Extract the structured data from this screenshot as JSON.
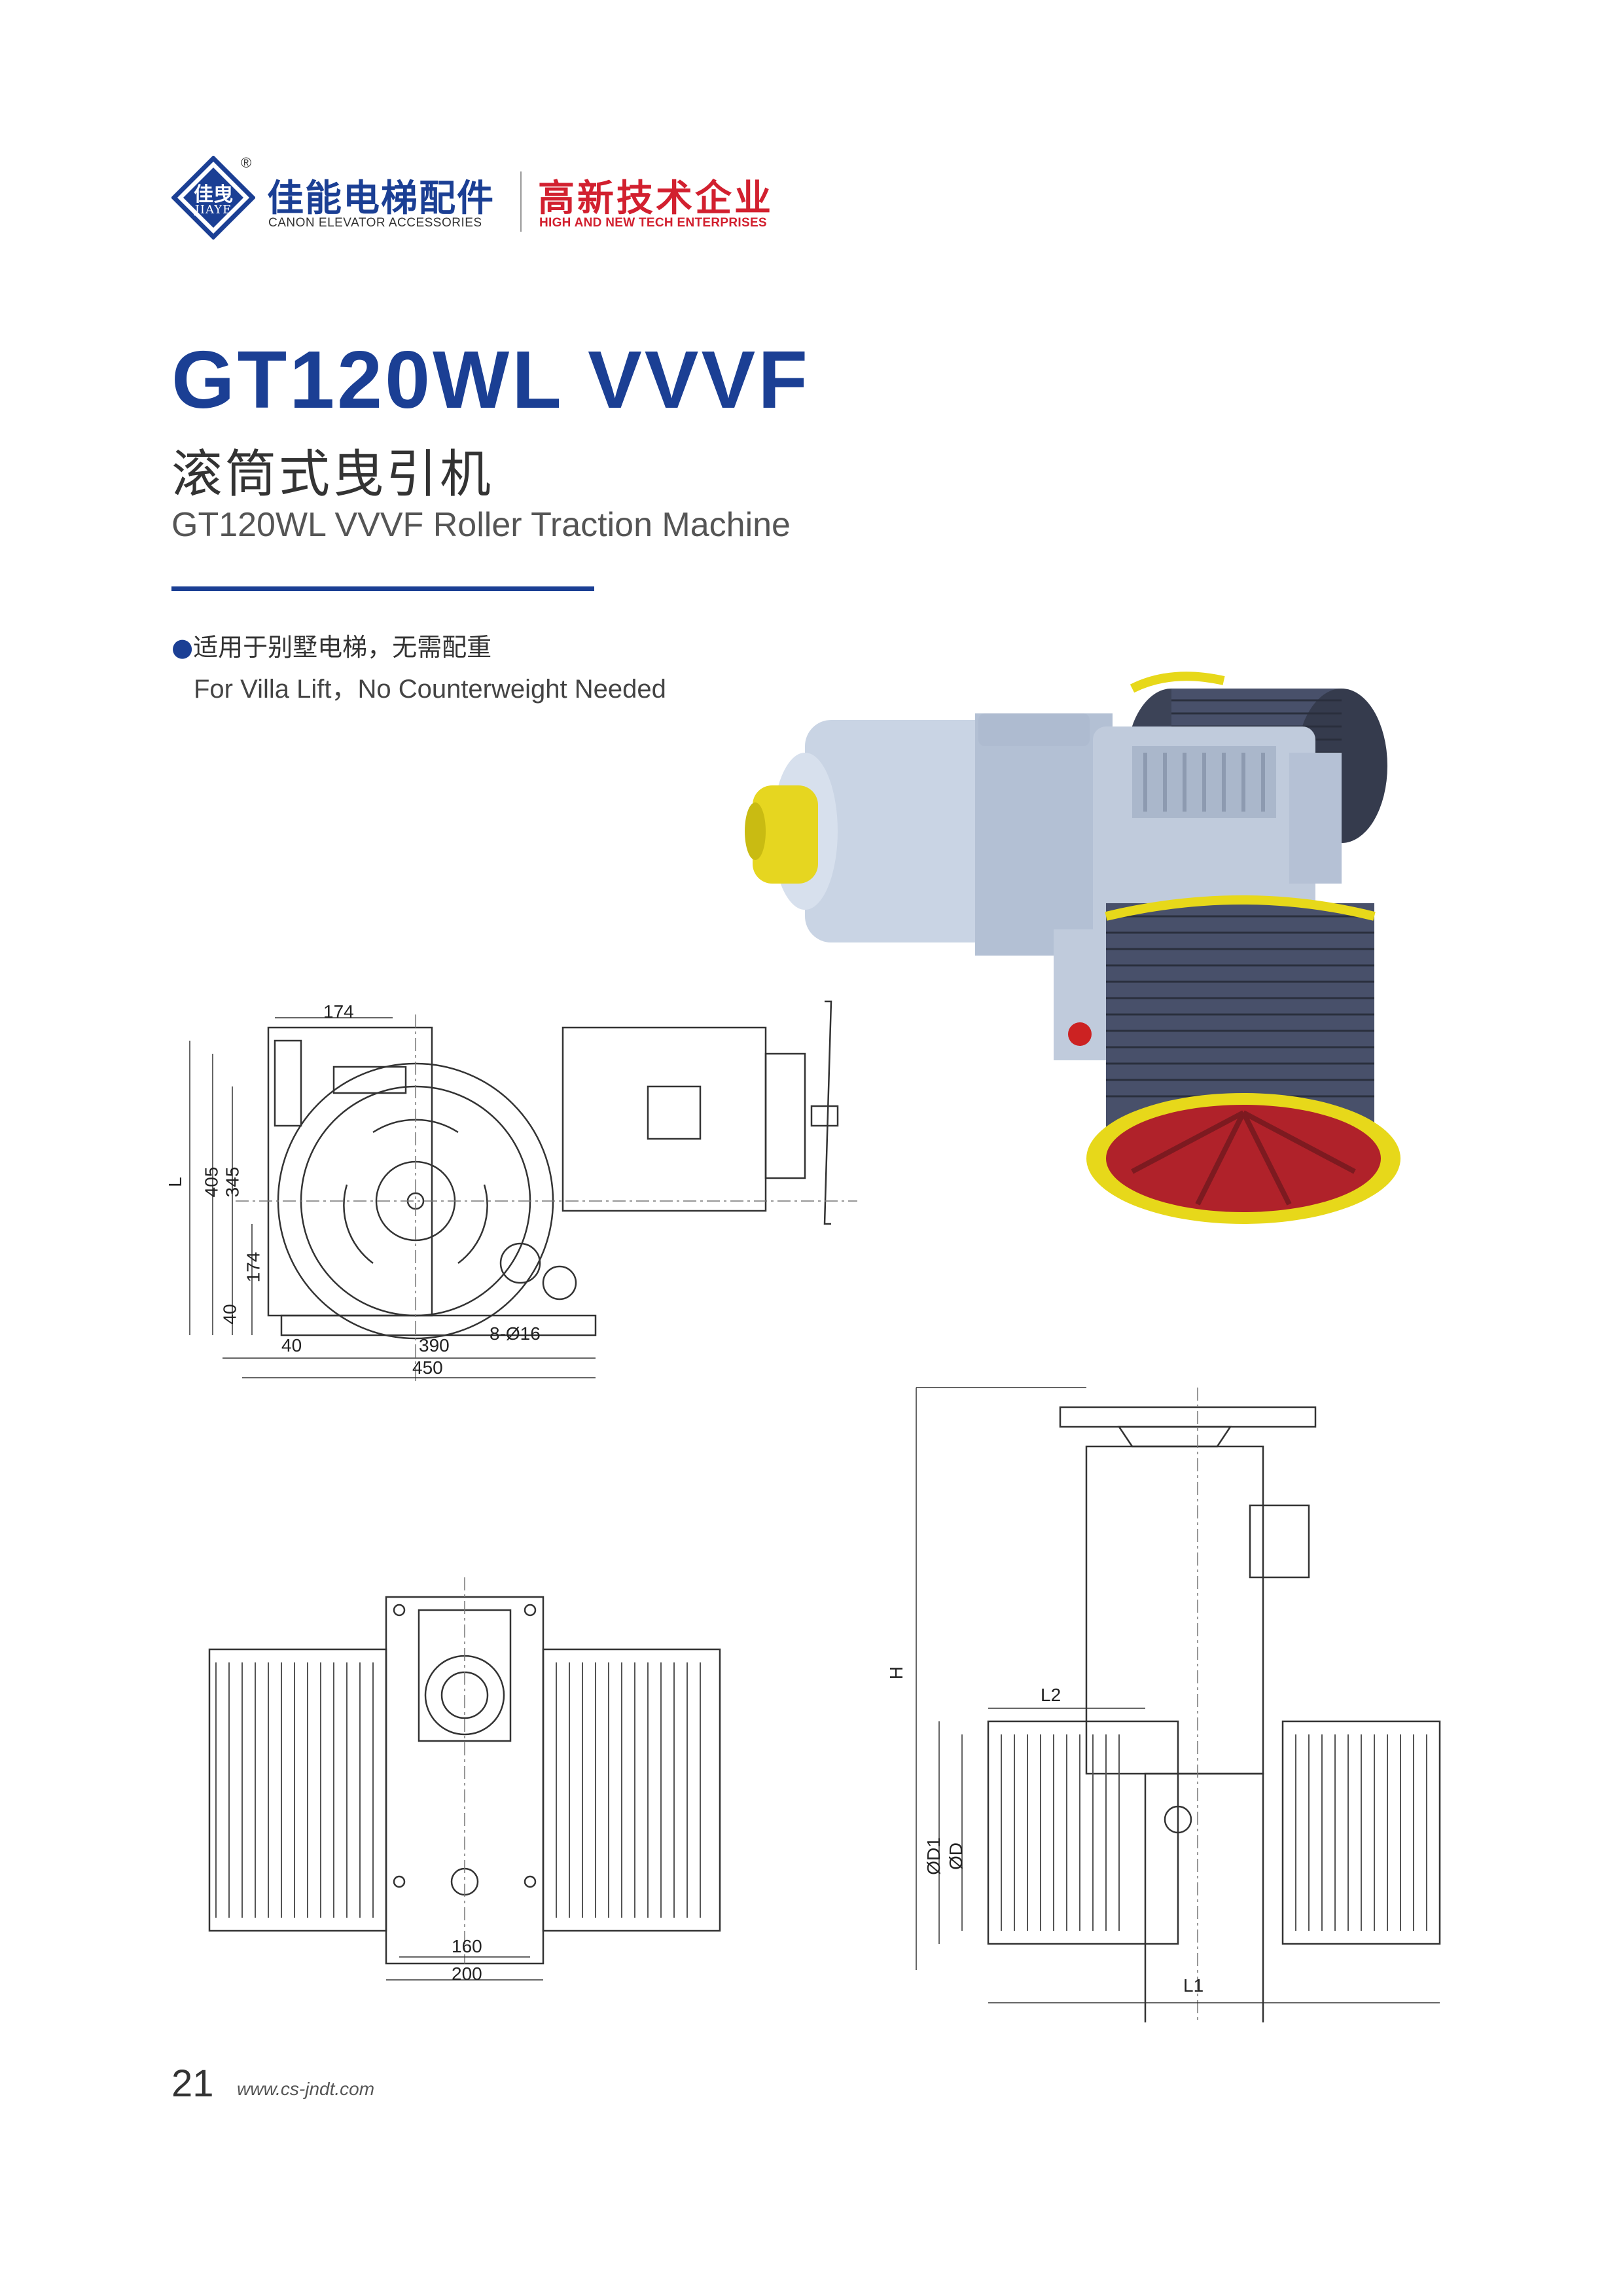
{
  "header": {
    "logo_cn": "佳曳",
    "logo_en": "JIAYE",
    "registered": "®",
    "brand_cn": "佳能电梯配件",
    "brand_en": "CANON ELEVATOR ACCESSORIES",
    "tagline_cn": "高新技术企业",
    "tagline_en": "HIGH AND NEW TECH ENTERPRISES",
    "colors": {
      "brand": "#1b3f94",
      "accent": "#d2202f"
    }
  },
  "product": {
    "title": "GT120WL VVVF",
    "subtitle_cn": "滚筒式曳引机",
    "subtitle_en": "GT120WL VVVF Roller Traction Machine",
    "feature_cn": "适用于别墅电梯，无需配重",
    "feature_en": "For Villa Lift，No Counterweight Needed"
  },
  "drawing_front": {
    "dim_top": "174",
    "dim_L": "L",
    "dim_405": "405",
    "dim_345": "345",
    "dim_174": "174",
    "dim_40v": "40",
    "dim_40h": "40",
    "dim_390": "390",
    "dim_hole": "8-Ø16",
    "dim_450": "450"
  },
  "drawing_top": {
    "dim_160": "160",
    "dim_200": "200"
  },
  "drawing_side": {
    "dim_H": "H",
    "dim_L2": "L2",
    "dim_D1": "ØD1",
    "dim_D": "ØD",
    "dim_L1": "L1"
  },
  "footer": {
    "page_number": "21",
    "website": "www.cs-jndt.com"
  }
}
